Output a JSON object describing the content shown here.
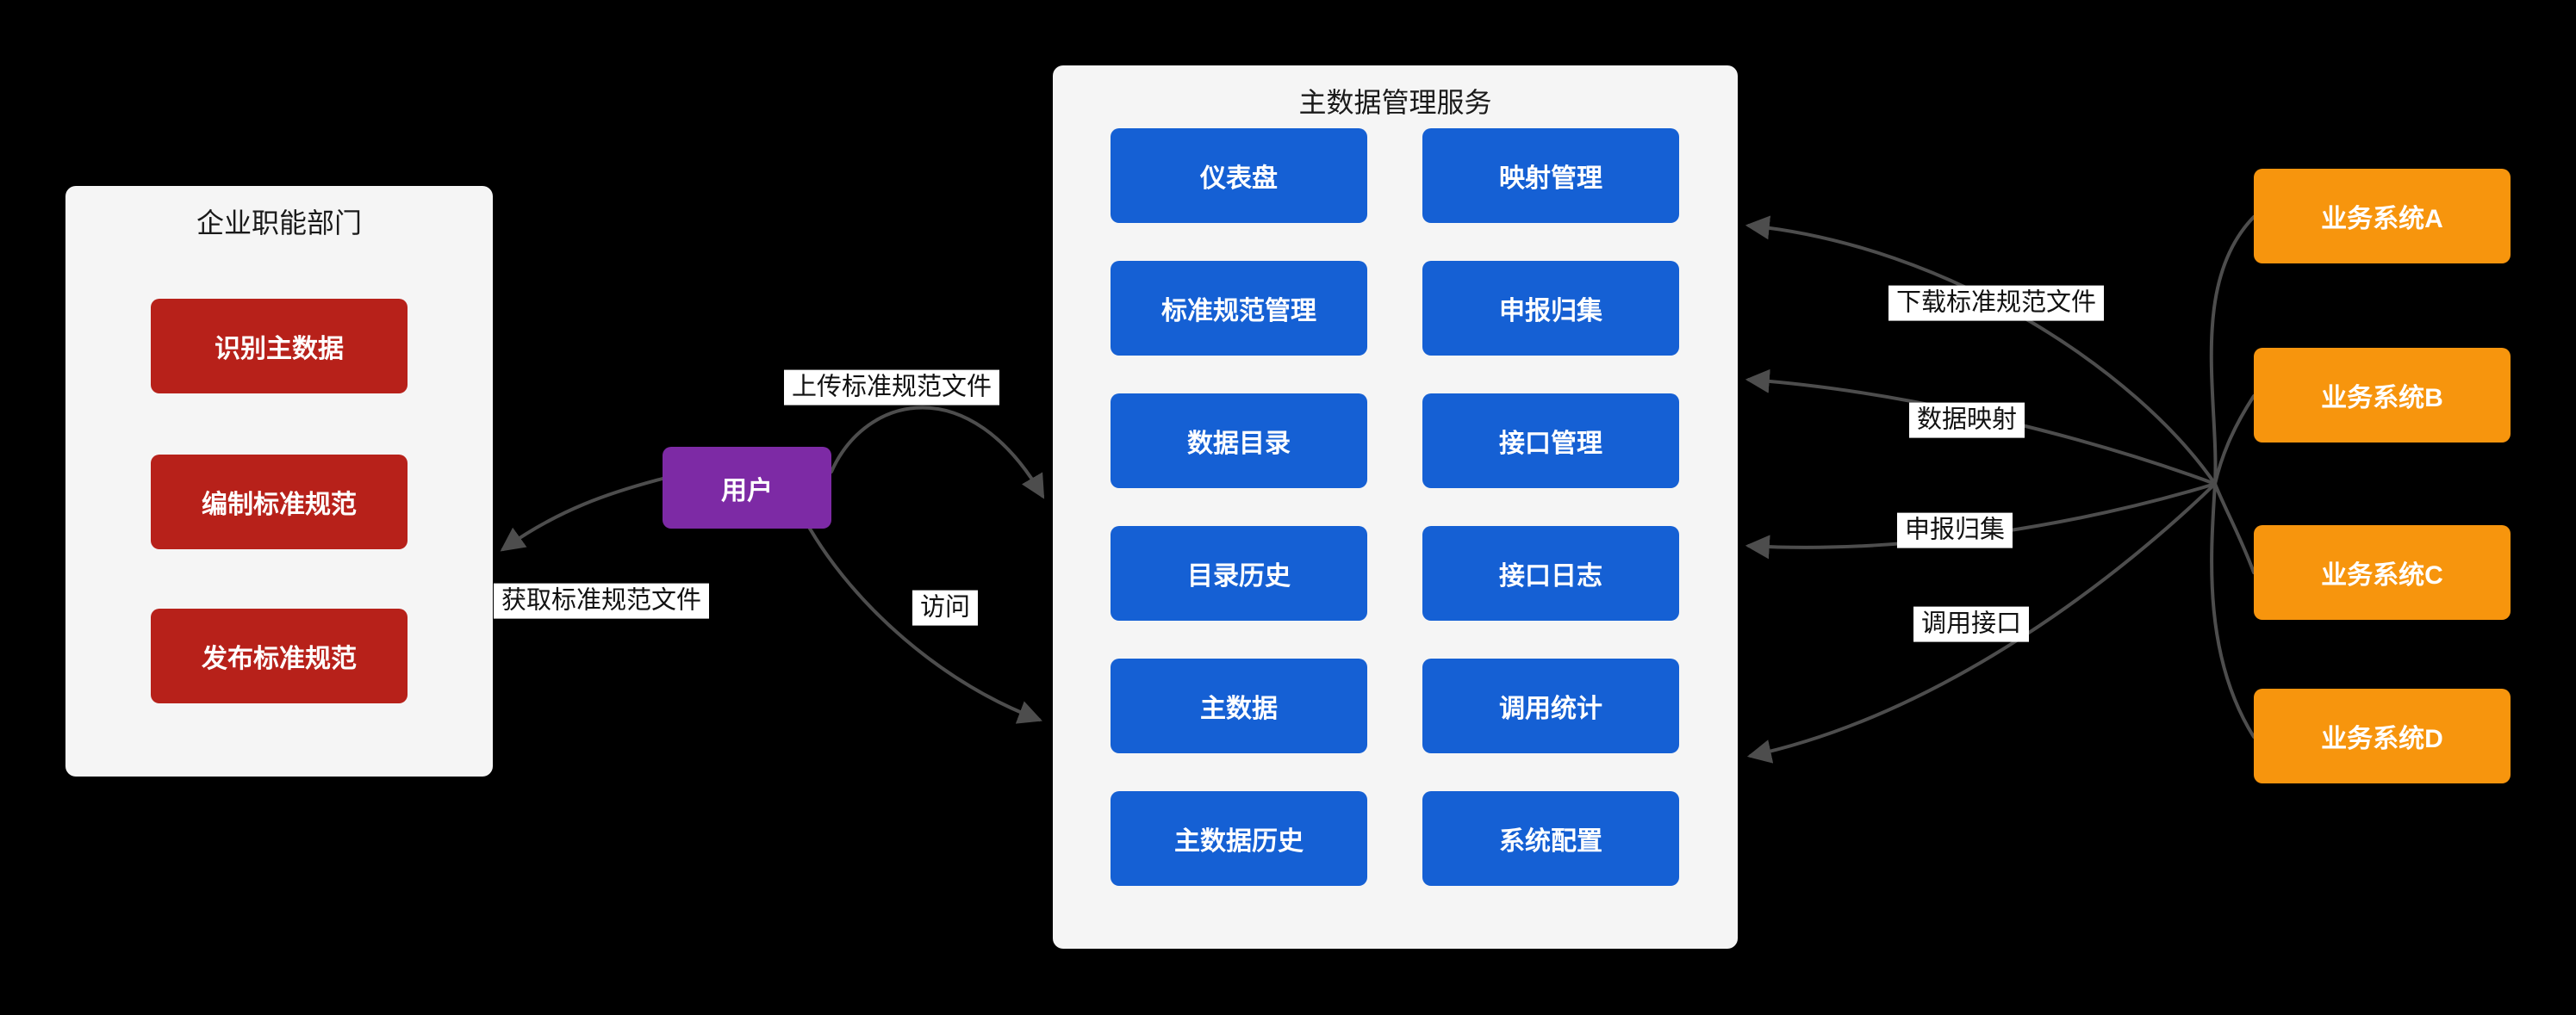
{
  "left_panel": {
    "title": "企业职能部门",
    "items": [
      "识别主数据",
      "编制标准规范",
      "发布标准规范"
    ]
  },
  "user_node": {
    "label": "用户"
  },
  "center_panel": {
    "title": "主数据管理服务",
    "left_items": [
      "仪表盘",
      "标准规范管理",
      "数据目录",
      "目录历史",
      "主数据",
      "主数据历史"
    ],
    "right_items": [
      "映射管理",
      "申报归集",
      "接口管理",
      "接口日志",
      "调用统计",
      "系统配置"
    ]
  },
  "business_systems": [
    "业务系统A",
    "业务系统B",
    "业务系统C",
    "业务系统D"
  ],
  "edge_labels": {
    "upload": "上传标准规范文件",
    "access": "访问",
    "fetch": "获取标准规范文件",
    "download": "下载标准规范文件",
    "data_mapping": "数据映射",
    "declaration": "申报归集",
    "invoke_api": "调用接口"
  },
  "colors": {
    "background": "#000000",
    "panel_gray": "#f5f5f5",
    "module_blue": "#1560d4",
    "department_red": "#b7211a",
    "user_purple": "#7d2aa5",
    "system_orange": "#f7950d",
    "arrow_gray": "#4d4d4d"
  }
}
